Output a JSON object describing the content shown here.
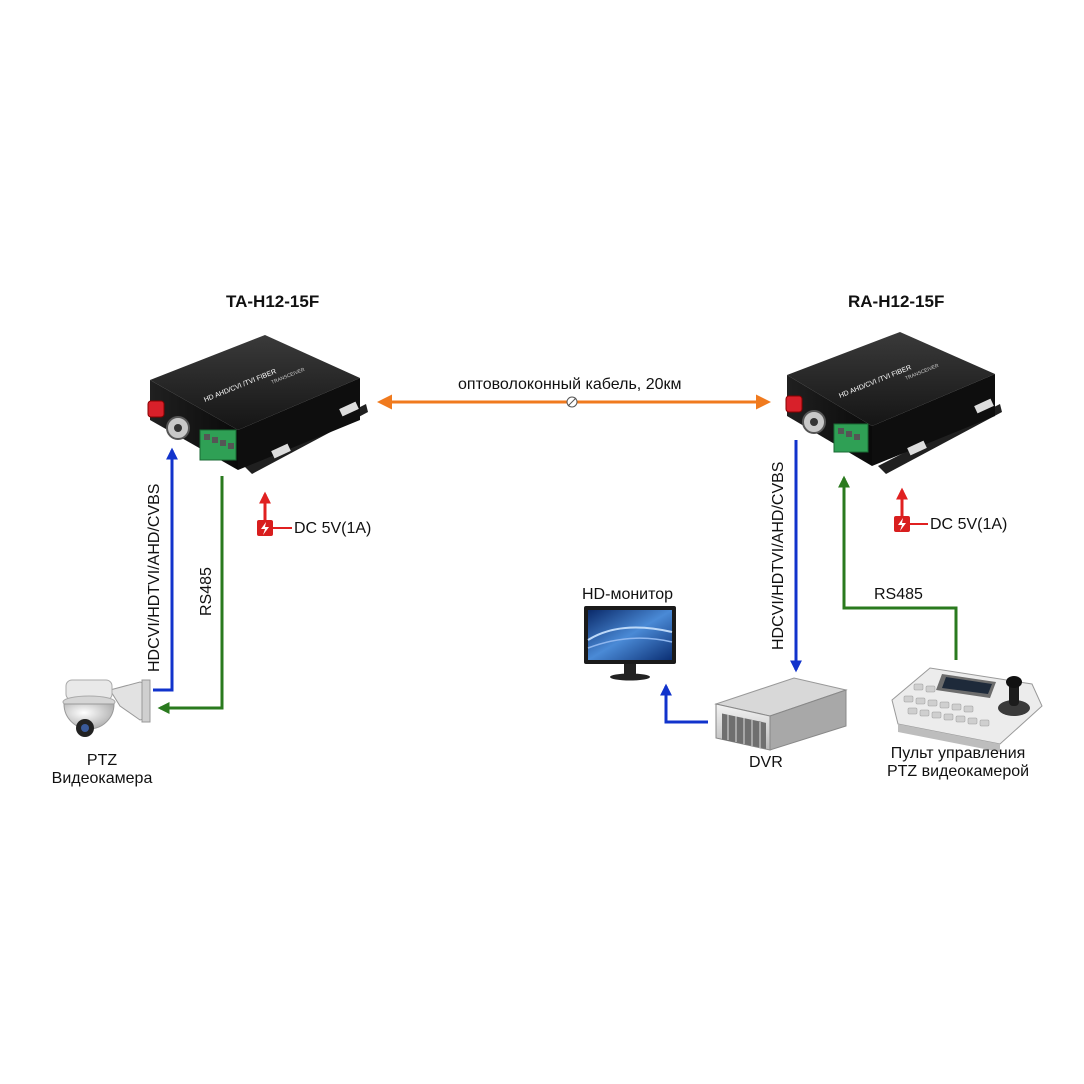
{
  "devices": {
    "transmitter": {
      "model": "TA-H12-15F",
      "front_text": "HD AHD/CVI /TVI  FIBER",
      "front_sub": "TRANSCEIVER"
    },
    "receiver": {
      "model": "RA-H12-15F",
      "front_text": "HD AHD/CVI /TVI  FIBER",
      "front_sub": "TRANSCEIVER"
    }
  },
  "links": {
    "fiber": "оптоволоконный кабель, 20км",
    "video_left": "HDCVI/HDTVI/AHD/CVBS",
    "video_right": "HDCVI/HDTVI/AHD/CVBS",
    "rs485_left": "RS485",
    "rs485_right": "RS485"
  },
  "power": {
    "left": {
      "prefix": "DC",
      "value": "5V(1A)"
    },
    "right": {
      "prefix": "DC",
      "value": "5V(1A)"
    }
  },
  "endpoints": {
    "camera": {
      "line1": "PTZ",
      "line2": "Видеокамера"
    },
    "monitor": "HD-монитор",
    "dvr": "DVR",
    "controller": {
      "line1": "Пульт управления",
      "line2": "PTZ видеокамерой"
    }
  },
  "colors": {
    "fiber": "#f07a1e",
    "video": "#1133cc",
    "rs485": "#2a7a1e",
    "power": "#e02020"
  }
}
